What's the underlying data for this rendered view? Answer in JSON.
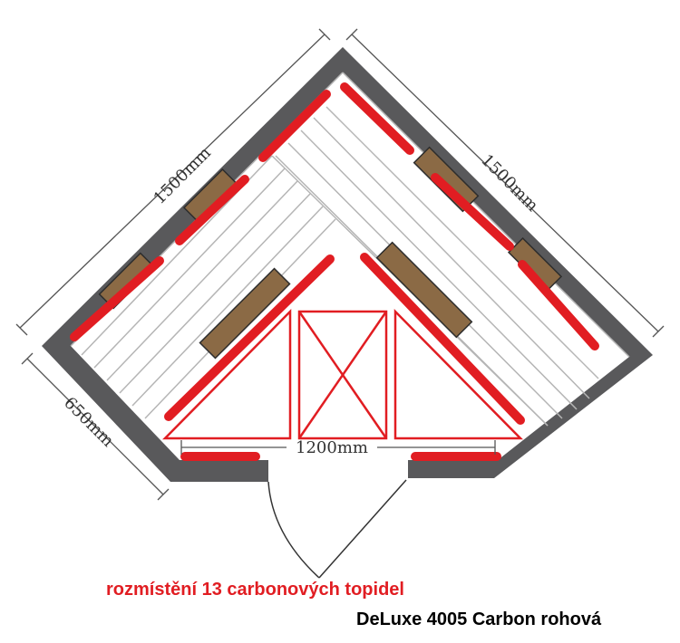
{
  "dimensions": {
    "left_wall": "1500mm",
    "right_wall": "1500mm",
    "side_wall": "650mm",
    "door_width": "1200mm"
  },
  "caption": {
    "heaters": "rozmístění 13 carbonových topidel",
    "model": "DeLuxe 4005 Carbon rohová"
  },
  "colors": {
    "wall": "#59595b",
    "heater": "#e11d22",
    "panel": "#8b6a45",
    "dimension": "#555555"
  },
  "heater_count": 13
}
